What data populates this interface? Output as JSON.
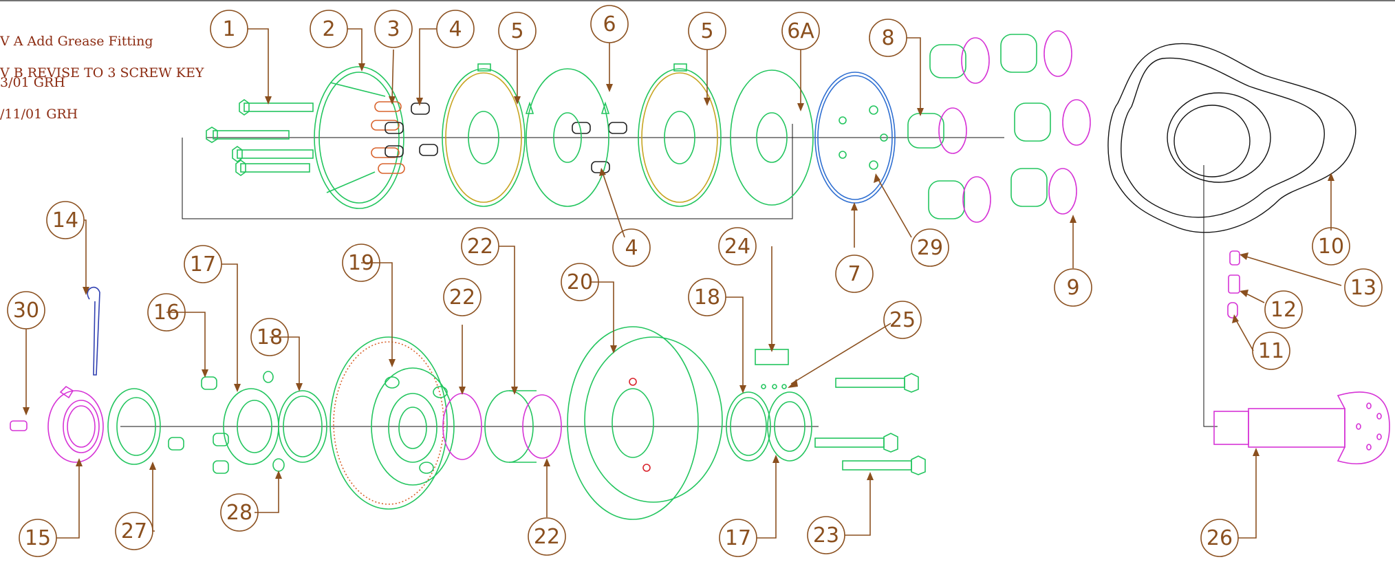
{
  "revision_notes": [
    {
      "line1": "V A Add Grease Fitting",
      "line2": "3/01 GRH"
    },
    {
      "line1": "V B REVISE TO 3 SCREW KEY",
      "line2": "/11/01 GRH"
    }
  ],
  "callouts": [
    {
      "id": "c1",
      "label": "1"
    },
    {
      "id": "c2",
      "label": "2"
    },
    {
      "id": "c3",
      "label": "3"
    },
    {
      "id": "c4a",
      "label": "4"
    },
    {
      "id": "c5a",
      "label": "5"
    },
    {
      "id": "c6",
      "label": "6"
    },
    {
      "id": "c5b",
      "label": "5"
    },
    {
      "id": "c6a",
      "label": "6A"
    },
    {
      "id": "c8",
      "label": "8"
    },
    {
      "id": "c4b",
      "label": "4"
    },
    {
      "id": "c29",
      "label": "29"
    },
    {
      "id": "c7",
      "label": "7"
    },
    {
      "id": "c9",
      "label": "9"
    },
    {
      "id": "c10",
      "label": "10"
    },
    {
      "id": "c13",
      "label": "13"
    },
    {
      "id": "c12",
      "label": "12"
    },
    {
      "id": "c11",
      "label": "11"
    },
    {
      "id": "c14",
      "label": "14"
    },
    {
      "id": "c30",
      "label": "30"
    },
    {
      "id": "c17a",
      "label": "17"
    },
    {
      "id": "c16",
      "label": "16"
    },
    {
      "id": "c18a",
      "label": "18"
    },
    {
      "id": "c19",
      "label": "19"
    },
    {
      "id": "c22a",
      "label": "22"
    },
    {
      "id": "c22b",
      "label": "22"
    },
    {
      "id": "c20",
      "label": "20"
    },
    {
      "id": "c24",
      "label": "24"
    },
    {
      "id": "c18b",
      "label": "18"
    },
    {
      "id": "c25",
      "label": "25"
    },
    {
      "id": "c15",
      "label": "15"
    },
    {
      "id": "c27",
      "label": "27"
    },
    {
      "id": "c28",
      "label": "28"
    },
    {
      "id": "c22c",
      "label": "22"
    },
    {
      "id": "c17b",
      "label": "17"
    },
    {
      "id": "c23",
      "label": "23"
    },
    {
      "id": "c26",
      "label": "26"
    }
  ],
  "colors": {
    "callout": "#8a4f1e",
    "part_green": "#22c55e",
    "part_magenta": "#d633d6",
    "part_blue": "#2f6fd1",
    "part_orange": "#d9622b",
    "part_black": "#222222",
    "rev_text": "#8b2a10"
  }
}
